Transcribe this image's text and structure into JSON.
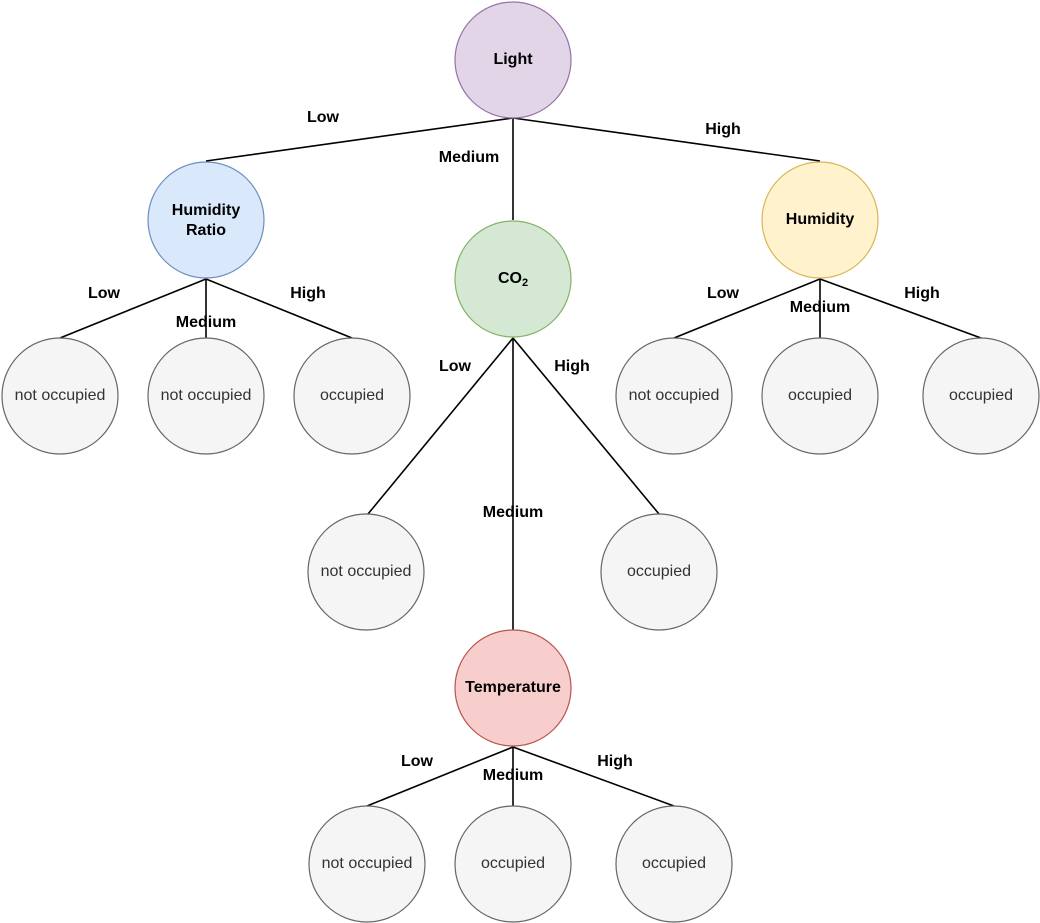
{
  "colors": {
    "light": {
      "fill": "#e1d5e7",
      "stroke": "#9673a6"
    },
    "humidity_ratio": {
      "fill": "#dae8fc",
      "stroke": "#6c8ebf"
    },
    "co2": {
      "fill": "#d5e8d4",
      "stroke": "#82b366"
    },
    "humidity": {
      "fill": "#fff2cc",
      "stroke": "#d6b656"
    },
    "temperature": {
      "fill": "#f8cecc",
      "stroke": "#b85450"
    },
    "leaf": {
      "fill": "#f5f5f5",
      "stroke": "#666666"
    }
  },
  "nodes": {
    "light": {
      "label": "Light"
    },
    "humidity_ratio": {
      "line1": "Humidity",
      "line2": "Ratio"
    },
    "co2": {
      "main": "CO",
      "sub": "2"
    },
    "humidity": {
      "label": "Humidity"
    },
    "temperature": {
      "label": "Temperature"
    }
  },
  "leaves": {
    "hr_low": "not occupied",
    "hr_medium": "not occupied",
    "hr_high": "occupied",
    "co2_low": "not occupied",
    "co2_high": "occupied",
    "hum_low": "not occupied",
    "hum_medium": "occupied",
    "hum_high": "occupied",
    "temp_low": "not occupied",
    "temp_medium": "occupied",
    "temp_high": "occupied"
  },
  "edge_labels": {
    "light_low": "Low",
    "light_medium": "Medium",
    "light_high": "High",
    "hr_low": "Low",
    "hr_medium": "Medium",
    "hr_high": "High",
    "co2_low": "Low",
    "co2_medium": "Medium",
    "co2_high": "High",
    "hum_low": "Low",
    "hum_medium": "Medium",
    "hum_high": "High",
    "temp_low": "Low",
    "temp_medium": "Medium",
    "temp_high": "High"
  }
}
